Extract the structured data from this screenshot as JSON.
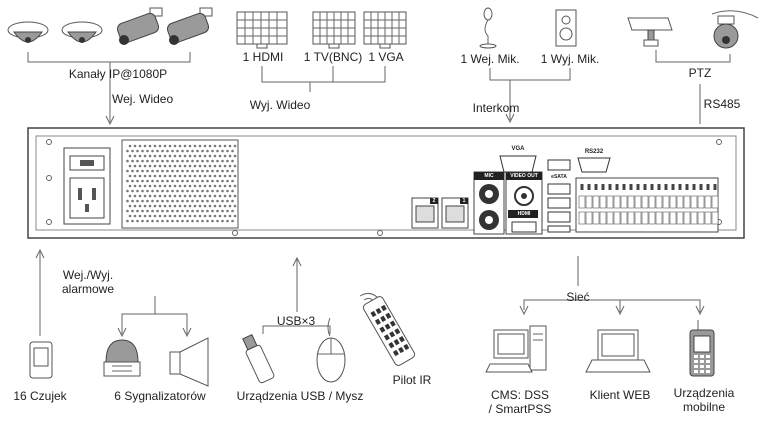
{
  "top": {
    "cameras_label": "Kanały IP@1080P",
    "video_in_label": "Wej. Wideo",
    "hdmi_label": "1 HDMI",
    "tv_label": "1 TV(BNC)",
    "vga_label": "1 VGA",
    "video_out_label": "Wyj. Wideo",
    "mic_in_label": "1 Wej. Mik.",
    "mic_out_label": "1 Wyj. Mik.",
    "intercom_label": "Interkom",
    "ptz_label": "PTZ",
    "rs485_label": "RS485"
  },
  "panel": {
    "vga": "VGA",
    "rs232": "RS232",
    "mic": "MIC",
    "video_out": "VIDEO OUT",
    "esata": "eSATA",
    "hdmi": "HDMI",
    "port1": "1",
    "port2": "2"
  },
  "bottom": {
    "alarm_label": "Wej./Wyj.\nalarmowe",
    "sensors_label": "16 Czujek",
    "sirens_label": "6 Sygnalizatorów",
    "usb_label": "USB×3",
    "usb_devices_label": "Urządzenia USB / Mysz",
    "ir_label": "Pilot IR",
    "network_label": "Sieć",
    "cms_label": "CMS: DSS\n/ SmartPSS",
    "web_label": "Klient WEB",
    "mobile_label": "Urządzenia\nmobilne"
  }
}
